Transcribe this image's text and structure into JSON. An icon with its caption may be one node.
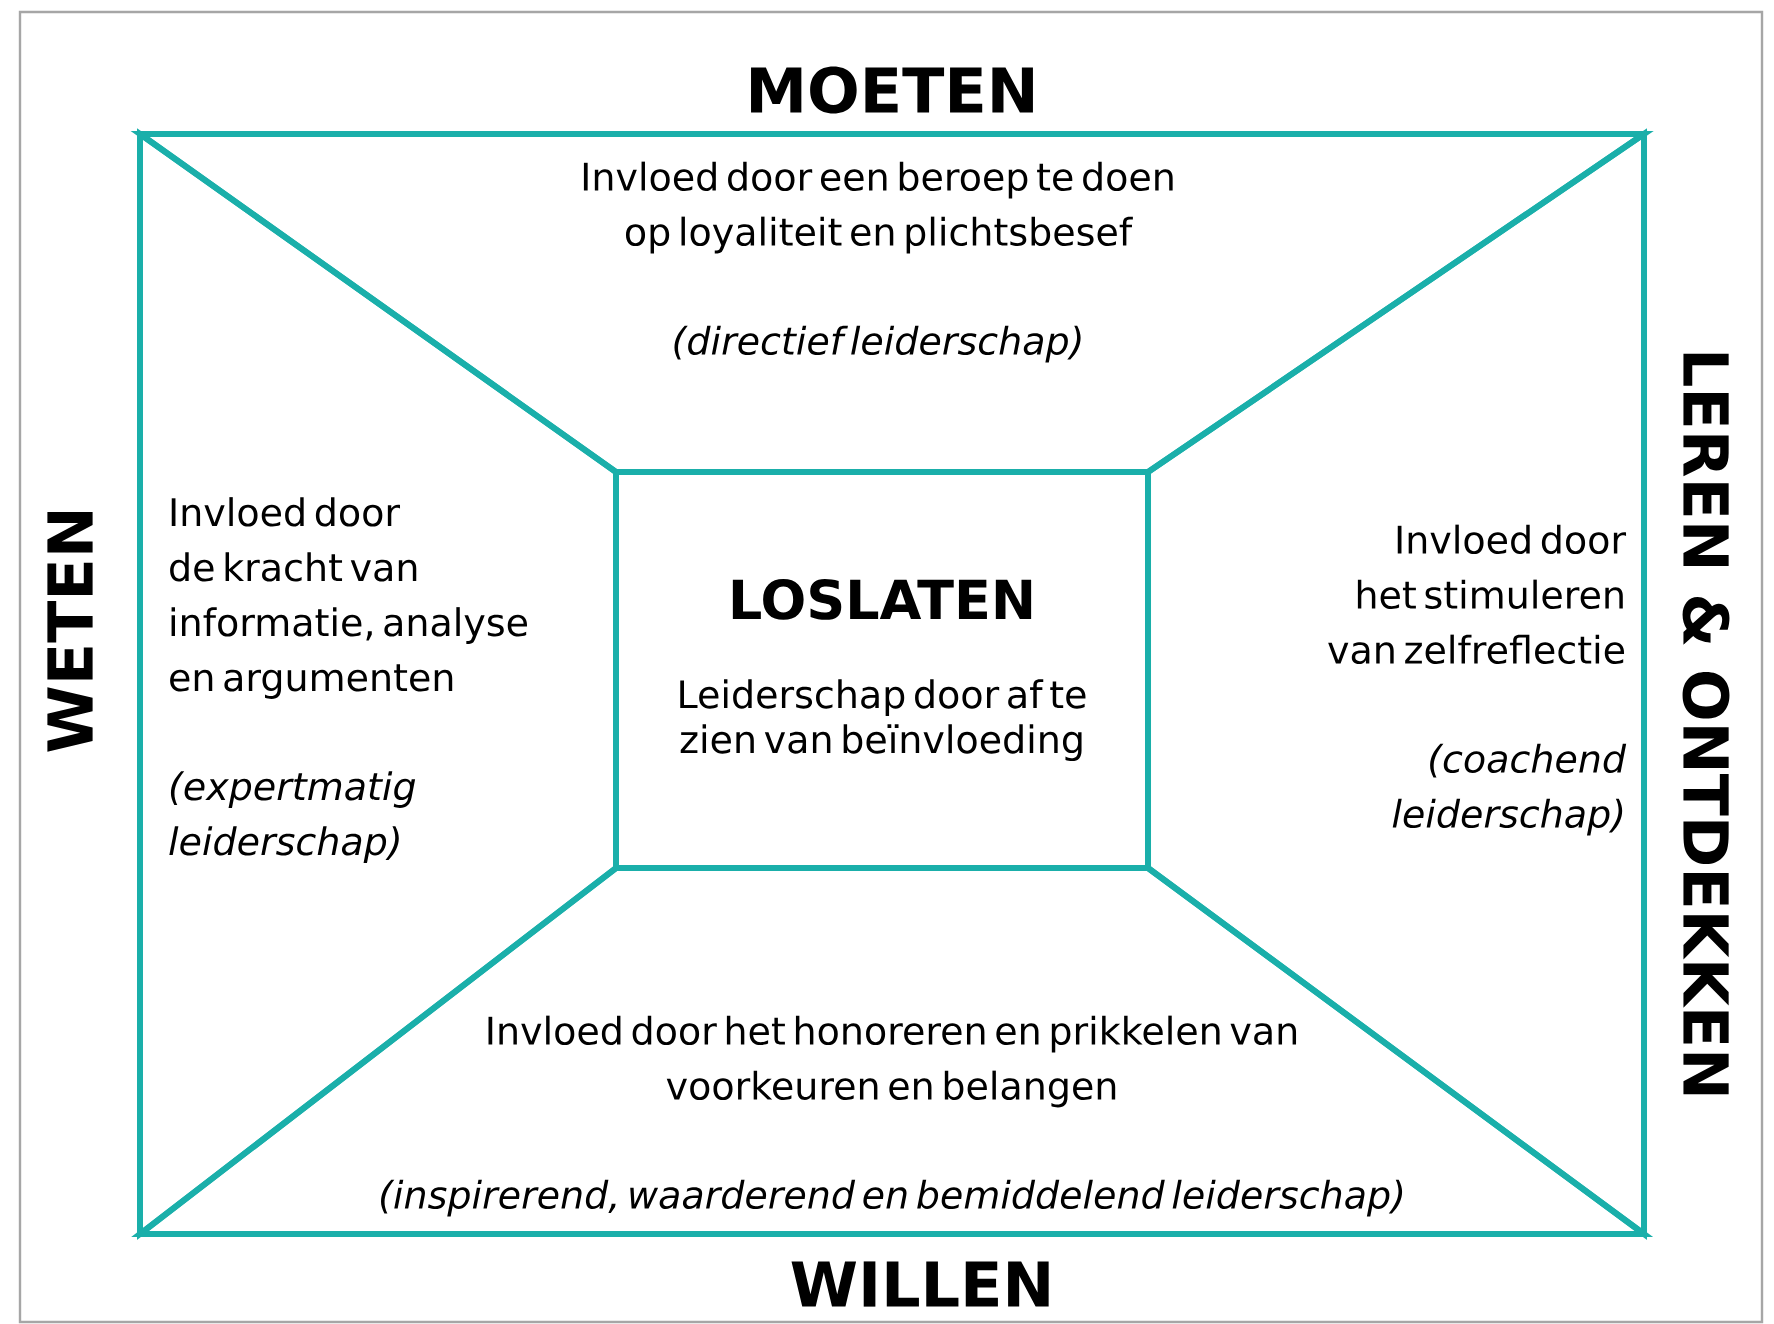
{
  "diagram": {
    "nodes": [
      {
        "text": [
          "Invloed door een beroep te doen op loyaliteit en plichtsbesef",
          "(directief leiderschap)"
        ]
      },
      {
        "text": [
          "Invloed door de kracht van informatie, analyse en argumenten",
          "(expertmatig leiderschap)"
        ]
      },
      {
        "text": [
          "LOSLATEN",
          "Leiderschap door af te zien van beïnvloeding"
        ]
      },
      {
        "text": [
          "Invloed door het stimuleren van zelfreflectie",
          "(coachend leiderschap)"
        ]
      },
      {
        "text": [
          "Invloed door het honoreren en prikkelen van voorkeuren en belangen",
          "(inspirerend, waarderend en bemiddelend leiderschap)"
        ]
      }
    ],
    "labels": [
      "MOETEN",
      "WETEN",
      "LEREN & ONTDEKKEN",
      "WILLEN"
    ]
  }
}
